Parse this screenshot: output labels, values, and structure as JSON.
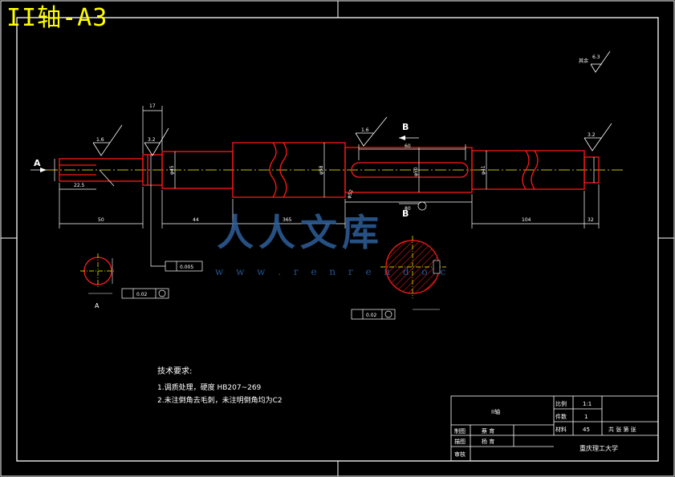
{
  "drawing_title": "II轴-A3",
  "dims": {
    "d17": "17",
    "d225": "22.5",
    "d50": "50",
    "d44": "44",
    "d365": "365",
    "d60": "60",
    "d80": "80",
    "d104": "104",
    "d32": "32",
    "phi45": "φ45",
    "phi58": "φ58",
    "phi50": "φ50",
    "phi52": "φ52",
    "phi41": "φ41"
  },
  "roughness": {
    "r1": "1.6",
    "r2": "3.2",
    "r3": "1.6",
    "r4": "3.2",
    "r_rest": "6.3",
    "rest_label": "其余"
  },
  "section_labels": {
    "A": "A",
    "B1": "B",
    "B2": "B",
    "A_bottom": "A"
  },
  "tolerances": {
    "runout": "0.005",
    "sym1": "0.02",
    "sym2": "0.02"
  },
  "tech_req": {
    "heading": "技术要求:",
    "line1": "1.调质处理，硬度 HB207~269",
    "line2": "2.未注倒角去毛刺，未注明倒角均为C2"
  },
  "title_block": {
    "part_name": "II轴",
    "scale_label": "比例",
    "scale_value": "1:1",
    "qty_label": "件数",
    "qty_value": "1",
    "material_label": "材料",
    "material_value": "45",
    "sheets": "共 张  第 张",
    "drawn_label": "制图",
    "drawn_name": "蔡 育",
    "check_label": "描图",
    "check_name": "杨 育",
    "review_label": "审核",
    "school": "重庆理工大学"
  },
  "watermark": {
    "main": "人人文库",
    "url": "w w w . r e n r e n d o c"
  }
}
